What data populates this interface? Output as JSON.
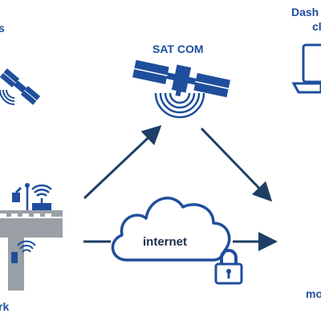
{
  "labels": {
    "sat_com": "SAT COM",
    "dashboard_line1": "Dash",
    "dashboard_line2": "cl",
    "left_top_fragment": "s",
    "left_bottom_fragment": "rk",
    "right_bottom_fragment": "mo",
    "internet": "internet"
  },
  "colors": {
    "primary_blue": "#1f4e9c",
    "arrow_navy": "#1e3f66",
    "cloud_stroke": "#1f4e9c",
    "building_grey": "#9aa0a6"
  },
  "icons": [
    "small-satellite-icon",
    "sat-com-satellite-icon",
    "laptop-icon",
    "cloud-icon",
    "padlock-icon",
    "rooftop-antenna-icon",
    "wifi-icon",
    "building-icon"
  ]
}
